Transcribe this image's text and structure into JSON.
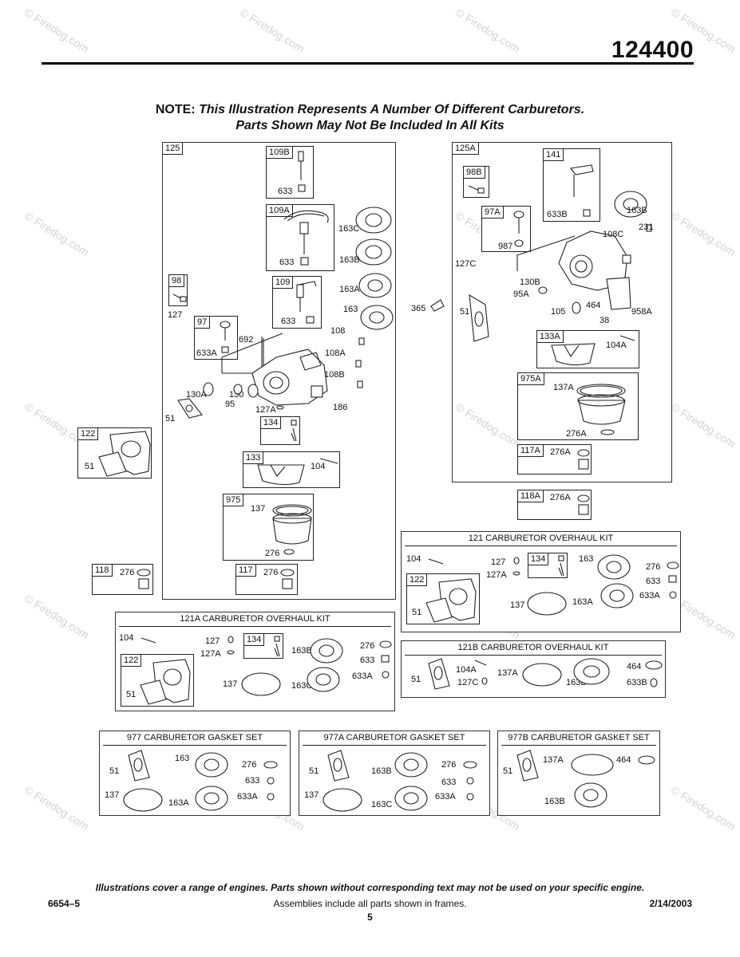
{
  "header": {
    "model_number": "124400"
  },
  "note": {
    "label": "NOTE:",
    "line1": "This Illustration Represents A Number Of Different Carburetors.",
    "line2": "Parts Shown May Not Be Included In All Kits"
  },
  "watermark": {
    "text": "© Firedog.com"
  },
  "left_assembly": {
    "frame_label": "125",
    "boxes": {
      "b109B": {
        "tag": "109B",
        "part": "633"
      },
      "b109A": {
        "tag": "109A",
        "part": "633"
      },
      "b109": {
        "tag": "109",
        "part": "633"
      },
      "b98": {
        "tag": "98",
        "part": "127"
      },
      "b97": {
        "tag": "97",
        "part": "633A"
      },
      "b134": {
        "tag": "134"
      },
      "b133": {
        "tag": "133",
        "part": "104"
      },
      "b975": {
        "tag": "975",
        "part1": "137",
        "part2": "276"
      },
      "b117": {
        "tag": "117",
        "part": "276"
      }
    },
    "labels": [
      "163C",
      "163B",
      "163A",
      "163",
      "108",
      "108A",
      "108B",
      "186",
      "692",
      "130A",
      "130",
      "95",
      "127A",
      "51"
    ]
  },
  "box122": {
    "tag": "122",
    "part": "51"
  },
  "box118": {
    "tag": "118",
    "part": "276"
  },
  "right_assembly": {
    "frame_label": "125A",
    "boxes": {
      "b141": {
        "tag": "141",
        "part": "633B"
      },
      "b98B": {
        "tag": "98B"
      },
      "b97A": {
        "tag": "97A",
        "part": "987"
      },
      "b133A": {
        "tag": "133A",
        "part": "104A"
      },
      "b975A": {
        "tag": "975A",
        "part1": "137A",
        "part2": "276A"
      },
      "b117A": {
        "tag": "117A",
        "part": "276A"
      }
    },
    "labels": [
      "163B",
      "231",
      "108C",
      "127C",
      "130B",
      "95A",
      "365",
      "51",
      "105",
      "464",
      "958A",
      "38"
    ]
  },
  "box118A": {
    "tag": "118A",
    "part": "276A"
  },
  "kit121": {
    "title": "121 CARBURETOR OVERHAUL KIT",
    "labels": [
      "104",
      "127",
      "127A",
      "134",
      "163",
      "276",
      "633",
      "633A",
      "122",
      "51",
      "137",
      "163A"
    ]
  },
  "kit121A": {
    "title": "121A CARBURETOR OVERHAUL KIT",
    "labels": [
      "104",
      "127",
      "127A",
      "134",
      "163B",
      "276",
      "633",
      "633A",
      "122",
      "51",
      "137",
      "163C"
    ]
  },
  "kit121B": {
    "title": "121B CARBURETOR OVERHAUL KIT",
    "labels": [
      "51",
      "104A",
      "127C",
      "137A",
      "163B",
      "464",
      "633B"
    ]
  },
  "kit977": {
    "title": "977 CARBURETOR GASKET SET",
    "labels": [
      "51",
      "163",
      "276",
      "633",
      "137",
      "163A",
      "633A"
    ]
  },
  "kit977A": {
    "title": "977A CARBURETOR GASKET SET",
    "labels": [
      "51",
      "163B",
      "276",
      "633",
      "137",
      "163C",
      "633A"
    ]
  },
  "kit977B": {
    "title": "977B CARBURETOR GASKET SET",
    "labels": [
      "51",
      "137A",
      "464",
      "163B"
    ]
  },
  "footer": {
    "disclaimer": "Illustrations cover a range of engines. Parts shown without corresponding text may not be used on your specific engine.",
    "code": "6654–5",
    "assemblies": "Assemblies include all parts shown in frames.",
    "date": "2/14/2003",
    "page": "5"
  }
}
